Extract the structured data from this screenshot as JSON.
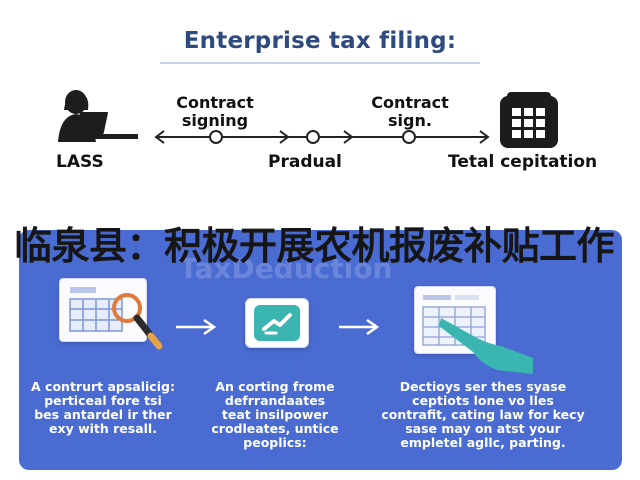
{
  "diagram": {
    "title": "Enterprise tax filing:",
    "top_flow": {
      "left_label": "LASS",
      "step1": [
        "Contract",
        "signing"
      ],
      "middle_label": "Pradual",
      "step2": [
        "Contract",
        "sign."
      ],
      "right_label": "Tetal cepitation"
    },
    "banner_text": "临泉县：积极开展农机报废补贴工作",
    "panel": {
      "watermark": "TaxDeduction",
      "captions": [
        [
          "A contrurt apsalicig:",
          "perticeal fore tsi",
          "bes antardel ir ther",
          "exy with resall."
        ],
        [
          "An corting frome",
          "defrrandaates",
          "teat insilpower",
          "crodleates, untice",
          "peoplics:"
        ],
        [
          "Dectioys ser thes syase",
          "ceptiots lone vo lles",
          "contrafit, cating law for kecy",
          "sase may on atst your",
          "empletel agllc, parting."
        ]
      ]
    }
  },
  "colors": {
    "title": "#2e4a7e",
    "panel": "#4a6bd2",
    "accent_teal": "#3ab5b0",
    "accent_orange": "#e07a3a"
  },
  "icons": [
    "person-laptop-icon",
    "calculator-icon",
    "tax-form-magnifier-icon",
    "handshake-icon",
    "hand-pointing-form-icon",
    "arrow-right-icon"
  ]
}
